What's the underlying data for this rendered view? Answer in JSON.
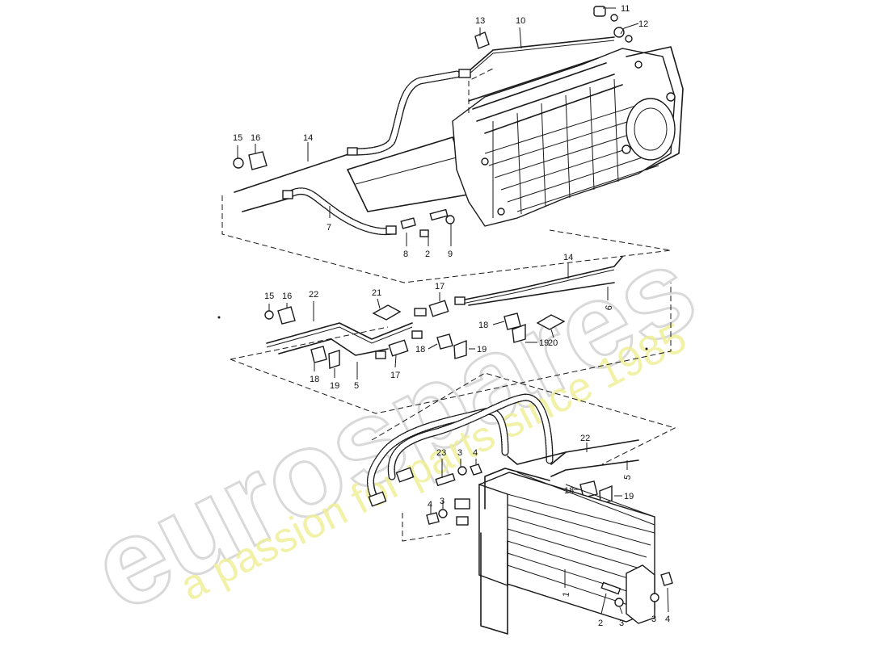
{
  "watermark": {
    "logo_text": "eurospares",
    "tagline": "a passion for parts since 1985",
    "logo_color": "#d9d9d9",
    "tagline_color": "#efef9a"
  },
  "callouts": [
    "1",
    "2",
    "3",
    "4",
    "5",
    "6",
    "7",
    "8",
    "9",
    "10",
    "11",
    "12",
    "13",
    "14",
    "15",
    "16",
    "17",
    "18",
    "19",
    "20",
    "21",
    "22",
    "23"
  ]
}
